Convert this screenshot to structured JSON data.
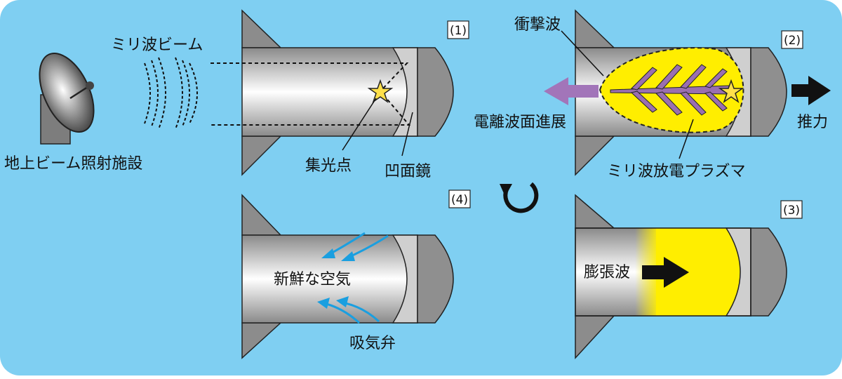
{
  "colors": {
    "background": "#7fcff2",
    "metal_light": "#ffffff",
    "metal_dark": "#8a8a8a",
    "fin": "#8c8c8c",
    "plasma": "#9a6fb0",
    "shock_fill": "#ffee00",
    "expansion": "#ffee00",
    "ionization_arrow": "#a275b9",
    "air_arrow": "#1a9fe0",
    "thrust_arrow": "#111111"
  },
  "labels": {
    "millimeter_beam": "ミリ波ビーム",
    "ground_facility": "地上ビーム照射施設",
    "focal_point": "集光点",
    "concave_mirror": "凹面鏡",
    "shock_wave": "衝撃波",
    "ionization_front": "電離波面進展",
    "thrust": "推力",
    "plasma": "ミリ波放電プラズマ",
    "expansion_wave": "膨張波",
    "fresh_air": "新鮮な空気",
    "intake_valve": "吸気弁"
  },
  "steps": [
    "(1)",
    "(2)",
    "(3)",
    "(4)"
  ],
  "icons": {
    "cycle": "cycle-arrow-icon",
    "focal_star": "star-icon"
  }
}
